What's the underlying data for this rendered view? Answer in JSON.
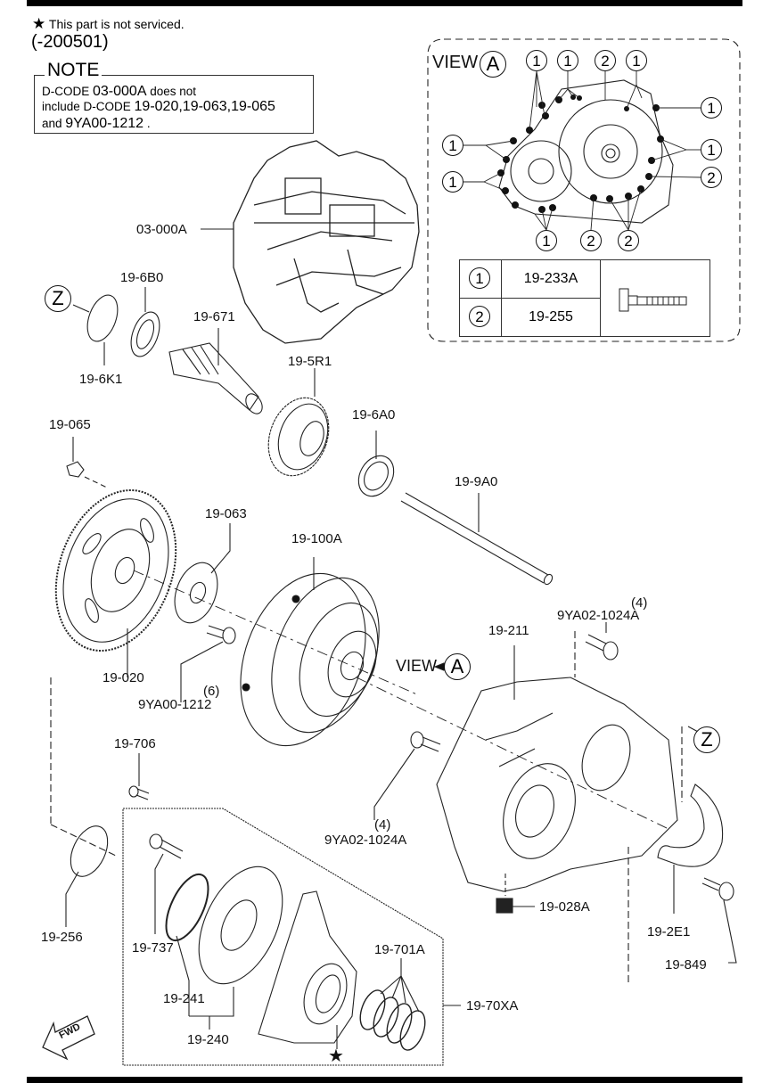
{
  "header": {
    "star_legend": "This part is not serviced.",
    "date_range": "(-200501)"
  },
  "note": {
    "title": "NOTE",
    "line1_prefix": "D-CODE ",
    "line1_code": "03-000A",
    "line1_suffix": " does not",
    "line2_prefix": "include D-CODE ",
    "line2_codes": "19-020,19-063,19-065",
    "line3_prefix": "and ",
    "line3_code": "9YA00-1212",
    "line3_suffix": " ."
  },
  "view_a": {
    "title": "VIEW",
    "marker": "A",
    "callout_1": "1",
    "callout_2": "2",
    "legend": [
      {
        "key": "1",
        "part": "19-233A"
      },
      {
        "key": "2",
        "part": "19-255"
      }
    ],
    "legend_icon": "flange-bolt-icon"
  },
  "parts": {
    "p03_000A": "03-000A",
    "p19_6B0": "19-6B0",
    "p19_6K1": "19-6K1",
    "p19_671": "19-671",
    "p19_5R1": "19-5R1",
    "p19_065": "19-065",
    "p19_6A0": "19-6A0",
    "p19_9A0": "19-9A0",
    "p19_063": "19-063",
    "p19_100A": "19-100A",
    "p19_020": "19-020",
    "p9YA00_1212": "9YA00-1212",
    "p9YA00_1212_qty": "(6)",
    "p9YA02_1024A_top": "9YA02-1024A",
    "p9YA02_1024A_top_qty": "(4)",
    "p19_211": "19-211",
    "p9YA02_1024A_mid": "9YA02-1024A",
    "p9YA02_1024A_mid_qty": "(4)",
    "p19_706": "19-706",
    "p19_256": "19-256",
    "p19_737": "19-737",
    "p19_241": "19-241",
    "p19_240": "19-240",
    "p19_701A": "19-701A",
    "p19_70XA": "19-70XA",
    "p19_028A": "19-028A",
    "p19_2E1": "19-2E1",
    "p19_849": "19-849"
  },
  "markers": {
    "z": "Z",
    "view_a_title": "VIEW",
    "view_a_letter": "A",
    "fwd": "FWD",
    "star": "★"
  }
}
